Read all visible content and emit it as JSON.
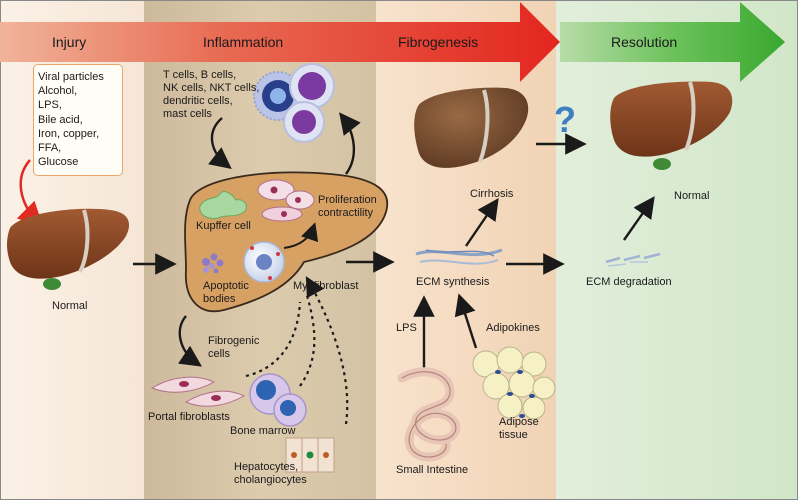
{
  "phases": {
    "injury": "Injury",
    "inflammation": "Inflammation",
    "fibrogenesis": "Fibrogenesis",
    "resolution": "Resolution"
  },
  "injury_agents": [
    "Viral particles",
    "Alcohol,",
    "LPS,",
    "Bile acid,",
    "Iron, copper,",
    "FFA,",
    "Glucose"
  ],
  "labels": {
    "normal_left": "Normal",
    "immune_cells": [
      "T cells, B cells,",
      "NK cells, NKT cells,",
      "dendritic cells,",
      "mast cells"
    ],
    "kupffer": "Kupffer cell",
    "proliferation": [
      "Proliferation",
      "contractility"
    ],
    "apoptotic": [
      "Apoptotic",
      "bodies"
    ],
    "myofibroblast": "Myofibroblast",
    "fibrogenic": [
      "Fibrogenic",
      "cells"
    ],
    "portal_fibroblasts": "Portal fibroblasts",
    "bone_marrow": "Bone marrow",
    "hepatocytes": [
      "Hepatocytes,",
      "cholangiocytes"
    ],
    "cirrhosis": "Cirrhosis",
    "ecm_synthesis": "ECM synthesis",
    "lps": "LPS",
    "adipokines": "Adipokines",
    "adipose": [
      "Adipose",
      "tissue"
    ],
    "small_intestine": "Small Intestine",
    "ecm_degradation": "ECM degradation",
    "normal_right": "Normal",
    "question": "?"
  },
  "colors": {
    "arrow_red": "#e5322d",
    "arrow_green": "#49b33f",
    "liver": "#8b4a2a",
    "inflamed_liver": "#d8a164",
    "resolution_bg": "#dcebd3",
    "fibro_bg": "#f6dcc3",
    "inflam_bg": "#d9c7a9"
  }
}
